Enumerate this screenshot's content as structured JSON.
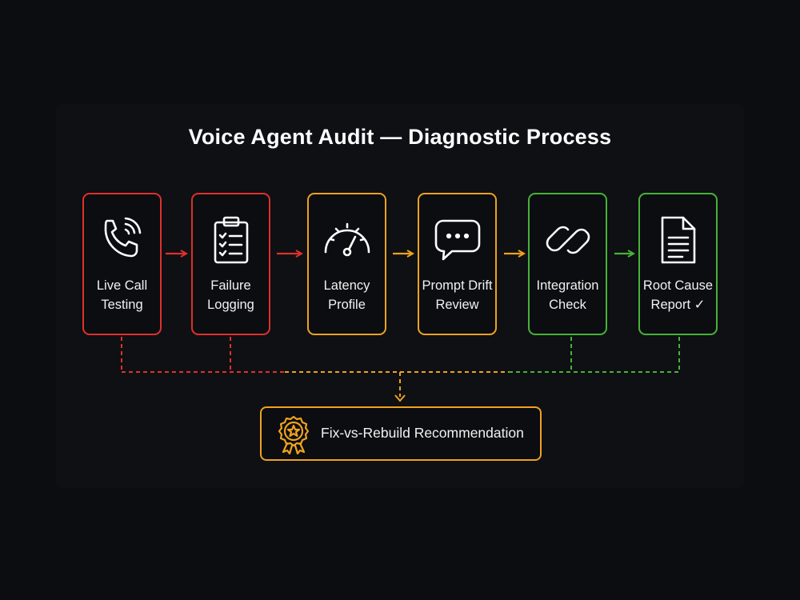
{
  "title": "Voice Agent Audit — Diagnostic Process",
  "colors": {
    "red": "#e0302c",
    "orange": "#f0a21e",
    "green": "#47b337",
    "background": "#0b0d10"
  },
  "steps": [
    {
      "line1": "Live Call",
      "line2": "Testing",
      "icon": "phone-call-icon",
      "color": "red"
    },
    {
      "line1": "Failure",
      "line2": "Logging",
      "icon": "clipboard-checklist-icon",
      "color": "red"
    },
    {
      "line1": "Latency",
      "line2": "Profile",
      "icon": "speedometer-icon",
      "color": "orange"
    },
    {
      "line1": "Prompt Drift",
      "line2": "Review",
      "icon": "chat-bubble-icon",
      "color": "orange"
    },
    {
      "line1": "Integration",
      "line2": "Check",
      "icon": "chain-link-icon",
      "color": "green"
    },
    {
      "line1": "Root Cause",
      "line2": "Report ✓",
      "icon": "document-icon",
      "color": "green"
    }
  ],
  "result": {
    "label": "Fix-vs-Rebuild Recommendation",
    "icon": "award-badge-icon",
    "color": "orange"
  }
}
